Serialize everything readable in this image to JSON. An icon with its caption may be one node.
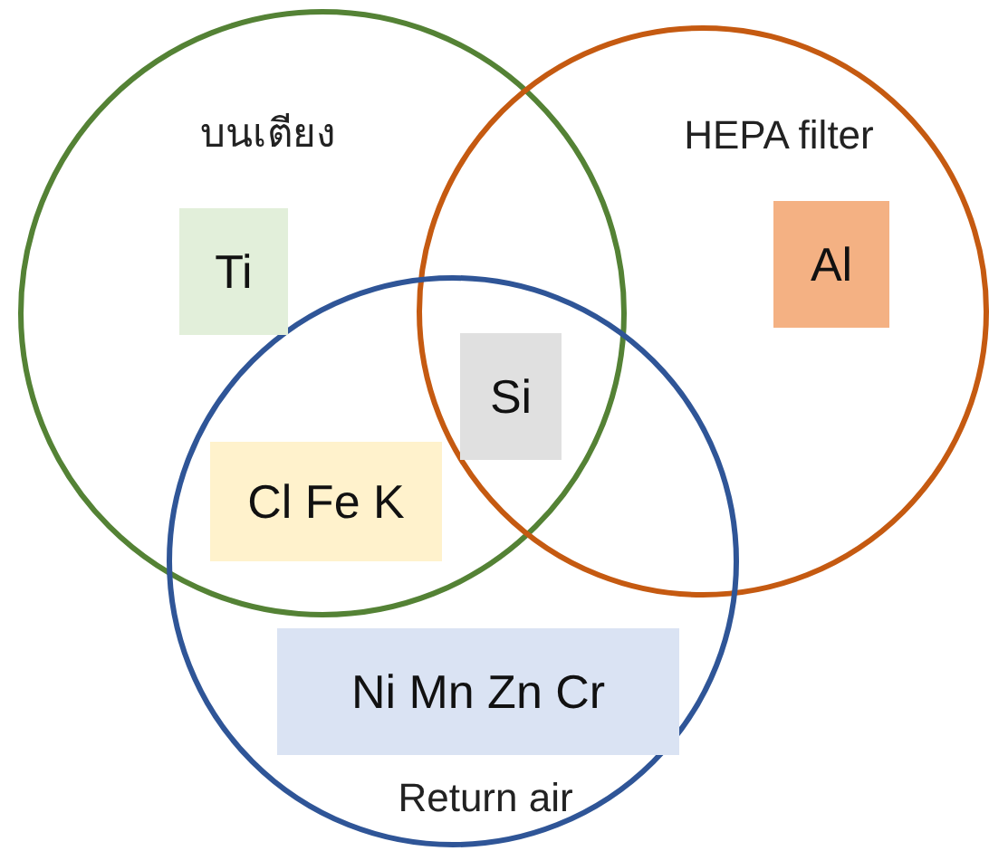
{
  "diagram": {
    "nodes": [
      {
        "text": [
          "บนเตียง"
        ]
      },
      {
        "text": [
          "Ti"
        ],
        "in": 0
      },
      {
        "text": [
          "HEPA filter"
        ]
      },
      {
        "text": [
          "Al"
        ],
        "in": 2
      },
      {
        "text": [
          "Si"
        ]
      },
      {
        "text": [
          "Cl Fe K"
        ]
      },
      {
        "text": [
          "Return air"
        ]
      },
      {
        "text": [
          "Ni Mn Zn Cr"
        ],
        "in": 6
      }
    ]
  }
}
